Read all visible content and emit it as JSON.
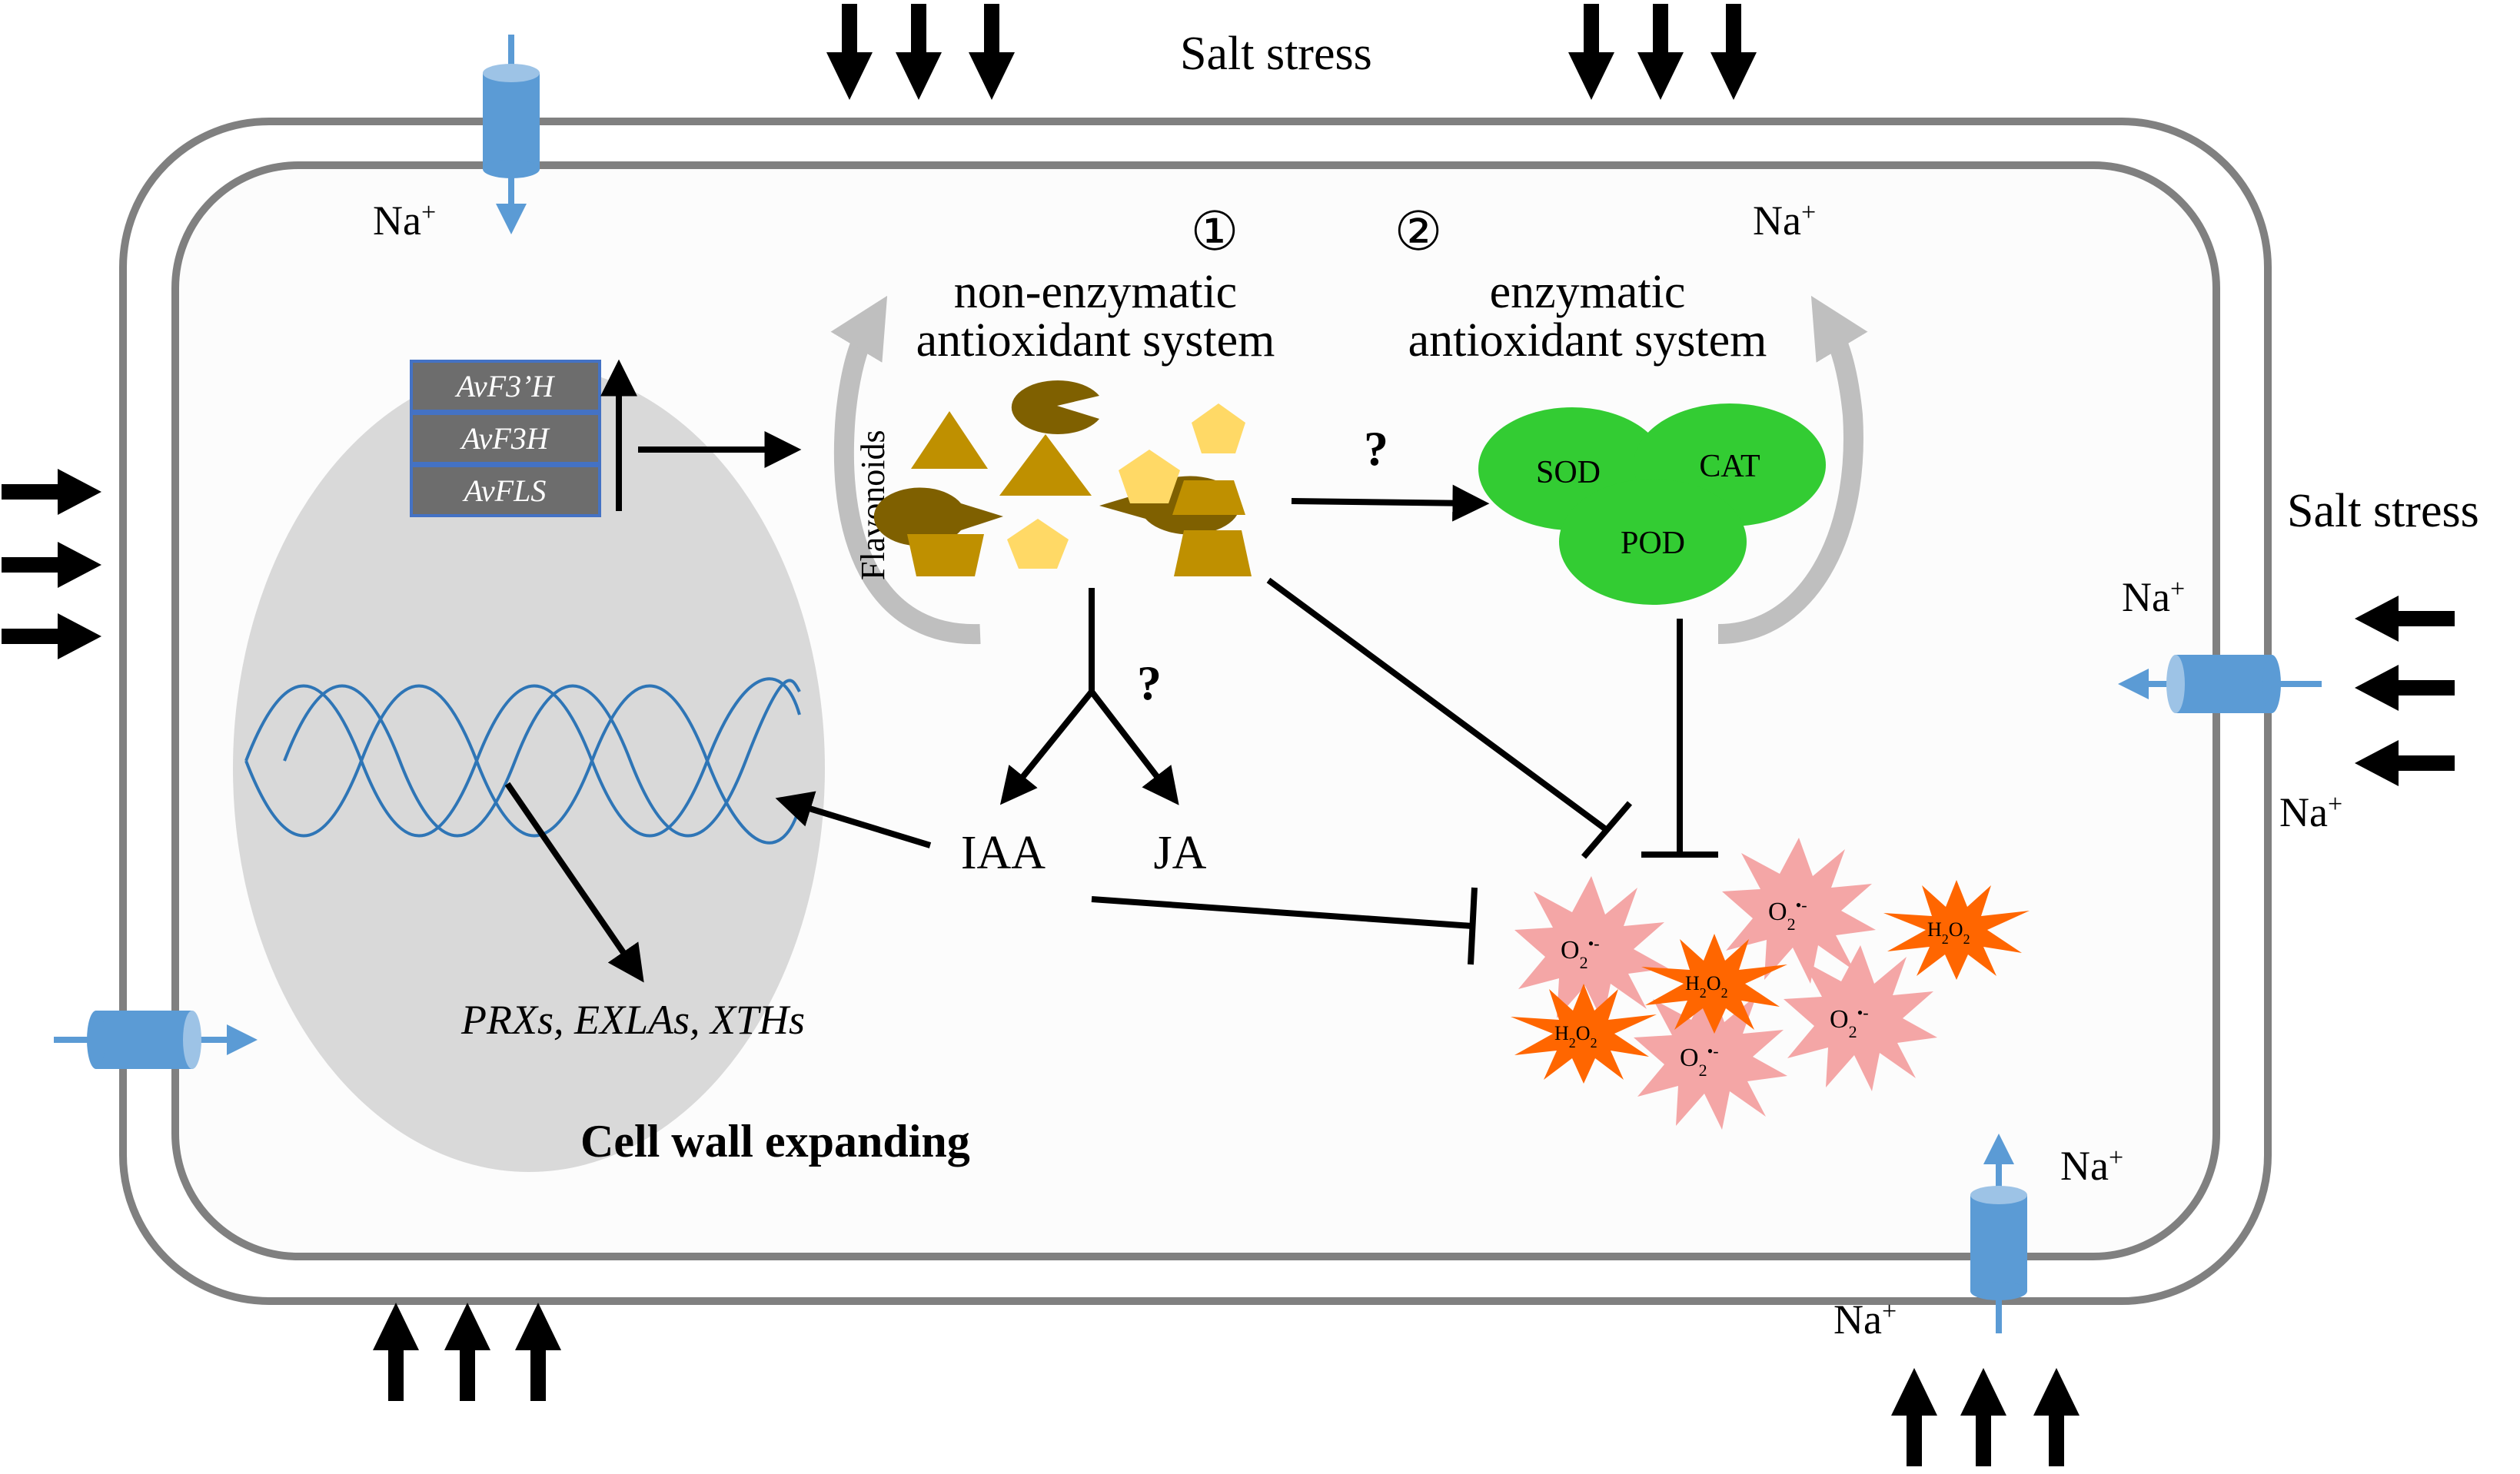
{
  "labels": {
    "salt_stress_top": "Salt stress",
    "salt_stress_right": "Salt stress",
    "na": "Na",
    "na_sup": "+",
    "circle_1": "①",
    "circle_2": "②",
    "non_enzymatic_line1": "non-enzymatic",
    "non_enzymatic_line2": "antioxidant system",
    "enzymatic_line1": "enzymatic",
    "enzymatic_line2": "antioxidant system",
    "flavonoids": "Flavonoids",
    "question": "?",
    "iaa": "IAA",
    "ja": "JA",
    "genes_targets": "PRXs, EXLAs, XTHs",
    "cell_wall": "Cell wall expanding",
    "sod": "SOD",
    "cat": "CAT",
    "pod": "POD",
    "o2": "O",
    "o2_sub": "2",
    "o2_sup": "•-",
    "h2o2_h": "H",
    "h2o2_2": "2",
    "h2o2_o": "O",
    "h2o2_2b": "2"
  },
  "genes": [
    "AvF3’H",
    "AvF3H",
    "AvFLS"
  ],
  "colors": {
    "membrane": "#808080",
    "nucleus": "#d9d9d9",
    "gene_box": "#6d6d6d",
    "gene_border": "#4472c4",
    "channel": "#5b9bd5",
    "enzyme": "#33cc33",
    "ros_pink": "#f4a6a6",
    "ros_orange": "#ff6600",
    "flavonoid_dark": "#7f6000",
    "flavonoid_mid": "#bf9000",
    "flavonoid_light": "#ffd966",
    "dna": "#2e75b6",
    "recycle_arrow": "#bfbfbf"
  }
}
